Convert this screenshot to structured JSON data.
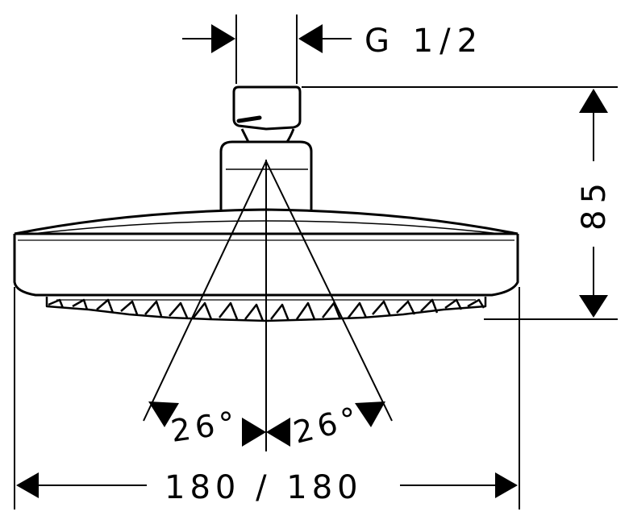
{
  "thread_label": "G 1/2",
  "height_dim": "85",
  "width_dim": "180 / 180",
  "left_angle": "26°",
  "right_angle": "26°"
}
